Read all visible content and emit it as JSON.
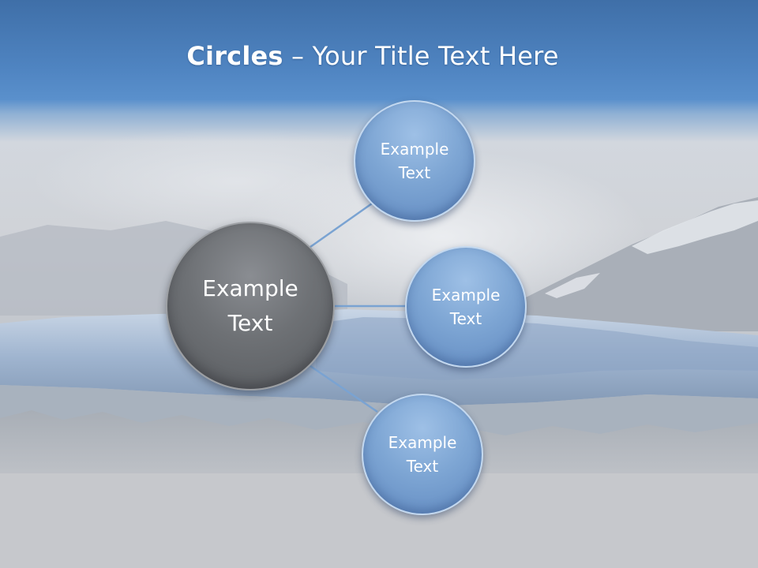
{
  "slide": {
    "title_bold": "Circles",
    "title_rest": " – Your Title Text Here"
  },
  "diagram": {
    "center": {
      "line1": "Example",
      "line2": "Text"
    },
    "nodes": [
      {
        "line1": "Example",
        "line2": "Text"
      },
      {
        "line1": "Example",
        "line2": "Text"
      },
      {
        "line1": "Example",
        "line2": "Text"
      }
    ]
  },
  "colors": {
    "header_blue": "#5b8ec7",
    "node_blue": "#7ea6d4",
    "center_gray": "#6e7175",
    "connector": "#7aa3d2"
  }
}
